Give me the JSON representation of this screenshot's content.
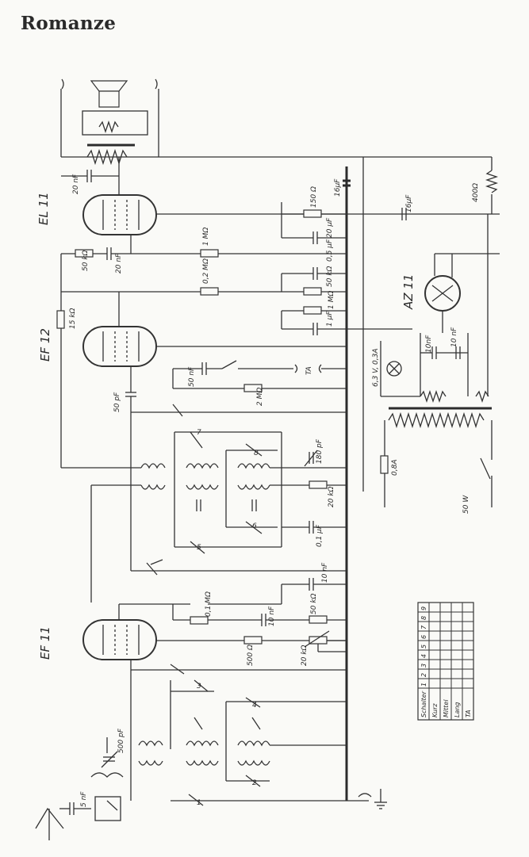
{
  "title": "Romanze",
  "tubes": {
    "el11": "EL 11",
    "ef12": "EF 12",
    "ef11": "EF 11",
    "az11": "AZ 11"
  },
  "labels": {
    "c_20nf_top": "20 nF",
    "r_150": "150 Ω",
    "c_16uf_a": "16µF",
    "c_16uf_b": "16µF",
    "r_400": "400Ω",
    "c_20uf": "20 µF",
    "r_1m_a": "1 MΩ",
    "r_50k_a": "50 kΩ",
    "c_20nf_b": "20 nF",
    "c_05uf": "0,5 µF",
    "r_02m": "0,2 MΩ",
    "r_50k_b": "50 kΩ",
    "r_15k": "15 kΩ",
    "r_1m_b": "1 MΩ",
    "c_1uf": "1 µF",
    "c_10nf_a": "10nF",
    "c_10nf_b": "10 nF",
    "lamp": "6,3 V, 0,3A",
    "c_50nf": "50 nF",
    "ta": "TA",
    "r_2m": "2 MΩ",
    "c_50pf": "50 pF",
    "c_180pf": "180 pF",
    "r_20k_a": "20 kΩ",
    "c_01uf": "0,1 µF",
    "fuse": "0,8A",
    "power": "50 W",
    "c_10nf_c": "10 nF",
    "r_01m": "0,1 MΩ",
    "c_10nf_d": "10 nF",
    "r_50k_c": "50 kΩ",
    "r_500": "500 Ω",
    "r_20k_b": "20 kΩ",
    "c_500pf": "500 pF",
    "c_5nf": "5 nF",
    "sw1": "1",
    "sw2": "2",
    "sw3": "3",
    "sw4": "4",
    "sw5": "5",
    "sw6": "6",
    "sw7": "7",
    "sw8": "8"
  },
  "switch_table": {
    "header_label": "Schalter",
    "columns": [
      "1",
      "2",
      "3",
      "4",
      "5",
      "6",
      "7",
      "8",
      "9"
    ],
    "rows": [
      "Kurz",
      "Mittel",
      "Lang",
      "TA"
    ]
  }
}
